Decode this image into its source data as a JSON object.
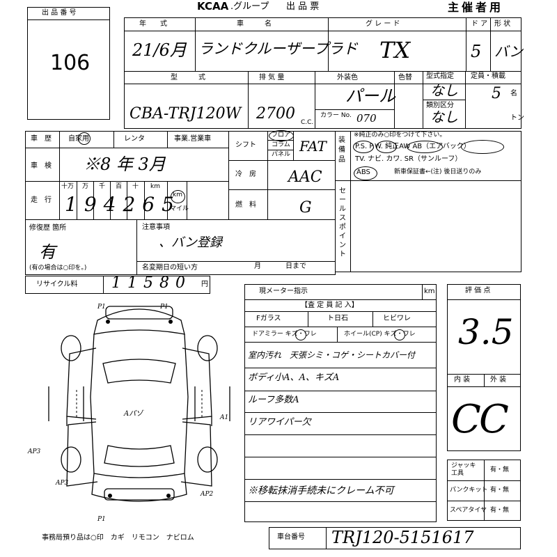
{
  "header": {
    "brand": "KCAA",
    "group": ".グループ",
    "title": "出 品 票",
    "copy_type": "主催者用"
  },
  "lot": {
    "label": "出 品 番 号",
    "number": "106"
  },
  "labels": {
    "year": "年　　式",
    "car_name": "車　　　名",
    "grade": "グ レ ー ド",
    "doors": "ド ア",
    "body_type": "形 状",
    "model": "型　　　式",
    "displacement": "排 気 量",
    "exterior_color": "外装色",
    "color_change": "色替",
    "designation": "型式指定",
    "category": "類別区分",
    "capacity": "定員・積載",
    "color_no_label": "カラー No.",
    "cc_unit": "C.C.",
    "persons_unit": "名",
    "tons_unit": "トン",
    "history": "車　歴",
    "history_options": [
      "自家用",
      "レンタ",
      "事業.営業車"
    ],
    "inspection": "車　検",
    "mileage": "走　行",
    "mileage_digits": [
      "十万",
      "万",
      "千",
      "百",
      "十",
      "km"
    ],
    "mileage_unit_km": "km",
    "mileage_unit_mile": "マイル",
    "shift": "シフト",
    "shift_options": [
      "フロア",
      "コラム",
      "パネル"
    ],
    "aircon": "冷　房",
    "fuel": "燃　料",
    "equipment": "装備品",
    "equipment_note": "※純正のみ○印をつけて下さい。",
    "equipment_row1": "P.S.  P.W.  純正AW  AB（エアバック）",
    "equipment_row2": "TV.  ナビ.  カワ.  SR（サンルーフ）",
    "equipment_row3_abs": "ABS",
    "equipment_row3_rest": "新車保証書←(注) 後日送りのみ",
    "sale_point": "セールスポイント",
    "repair": "修復歴 箇所",
    "repair_note": "(有の場合は○印を。)",
    "caution": "注意事項",
    "name_change": "名変期日の短い方",
    "month": "月",
    "day": "日まで",
    "recycle": "リサイクル料",
    "yen": "円",
    "meter": "現メーター指示",
    "meter_km": "km",
    "inspector": "【査 定 員 記 入】",
    "glass": "Fガラス",
    "glass_opt1": "ト日石",
    "glass_opt2": "ヒビワレ",
    "door_mirror": "ドアミラー キズ・ワレ",
    "wheel": "ホイール(CP) キズ・ワレ",
    "score": "評 価 点",
    "interior": "内 装",
    "exterior": "外 装",
    "jack": "ジャッキ工具",
    "puncture": "パンクキット",
    "spare": "スペアタイヤ",
    "yes_no": "有・無",
    "office_items": "事務局預り品は○印　カギ　リモコン　ナビロム",
    "chassis": "車台番号"
  },
  "values": {
    "year": "21/6月",
    "car_name": "ランドクルーザープラド",
    "grade": "TX",
    "doors": "5",
    "body_type": "バン",
    "model": "CBA-TRJ120W",
    "displacement": "2700",
    "color": "パール",
    "color_no": "070",
    "designation": "なし",
    "category": "なし",
    "capacity": "5",
    "inspection": "※8 年 3月",
    "mileage": "194265",
    "shift": "FAT",
    "aircon": "AAC",
    "fuel": "G",
    "repair": "有",
    "caution": "、バン登録",
    "recycle": "11580",
    "score": "3.5",
    "interior_grade": "C",
    "exterior_grade": "C",
    "notes": [
      "室内汚れ　天張シミ・コゲ・シートカバー付",
      "ボディ小A、A、キズA",
      "ルーフ多数A",
      "リアワイパー欠",
      "※移転抹消手続未にクレーム不可"
    ],
    "chassis": "TRJ120-5151617"
  },
  "diagram_marks": [
    "P1",
    "P1",
    "A1",
    "AP3",
    "AP3",
    "AP2",
    "P1",
    "Aパゾ"
  ]
}
